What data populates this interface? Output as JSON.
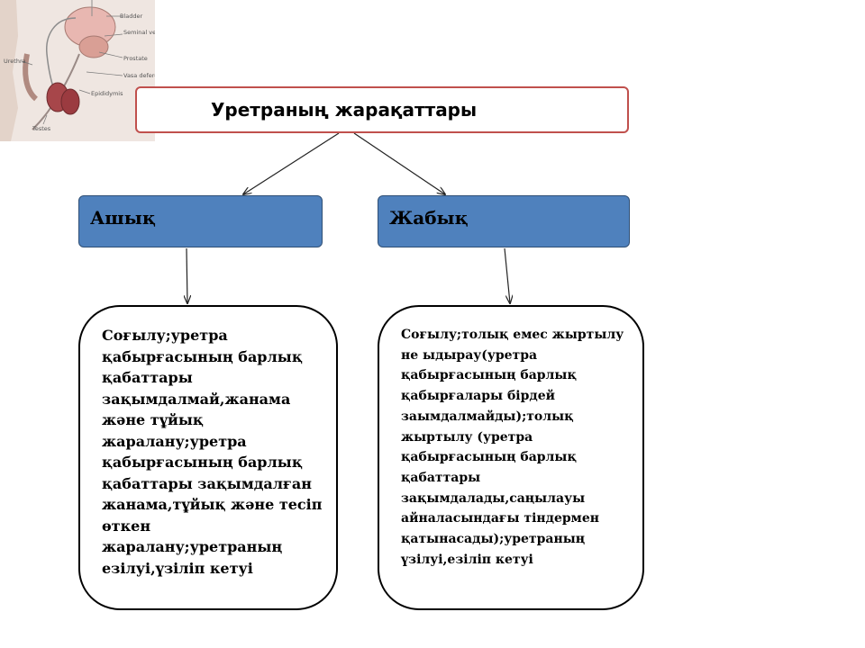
{
  "title": "Уретраның жарақаттары",
  "branches": [
    {
      "label": "Ашық",
      "description": "Соғылу;уретра қабырғасының барлық қабаттары зақымдалмай,жанама және тұйық жаралану;уретра қабырғасының барлық қабаттары зақымдалған жанама,тұйық және тесіп өткен жаралану;уретраның езілуі,үзіліп кетуі"
    },
    {
      "label": "Жабық",
      "description": "Соғылу;толық емес жыртылу не ыдырау(уретра қабырғасының барлық қабырғалары бірдей заымдалмайды);толық жыртылу (уретра қабырғасының барлық қабаттары зақымдалады,саңылауы айналасындағы тіндермен қатынасады);уретраның үзілуі,езіліп кетуі"
    }
  ],
  "anatomy_labels": [
    "Bladder",
    "Seminal vesicle",
    "Prostate",
    "Vasa deferentia",
    "Epididymis",
    "Urethra",
    "Testes"
  ],
  "colors": {
    "title_border": "#c0504d",
    "box_fill": "#4f81bd",
    "box_border": "#2f4f75",
    "line": "#222222"
  }
}
